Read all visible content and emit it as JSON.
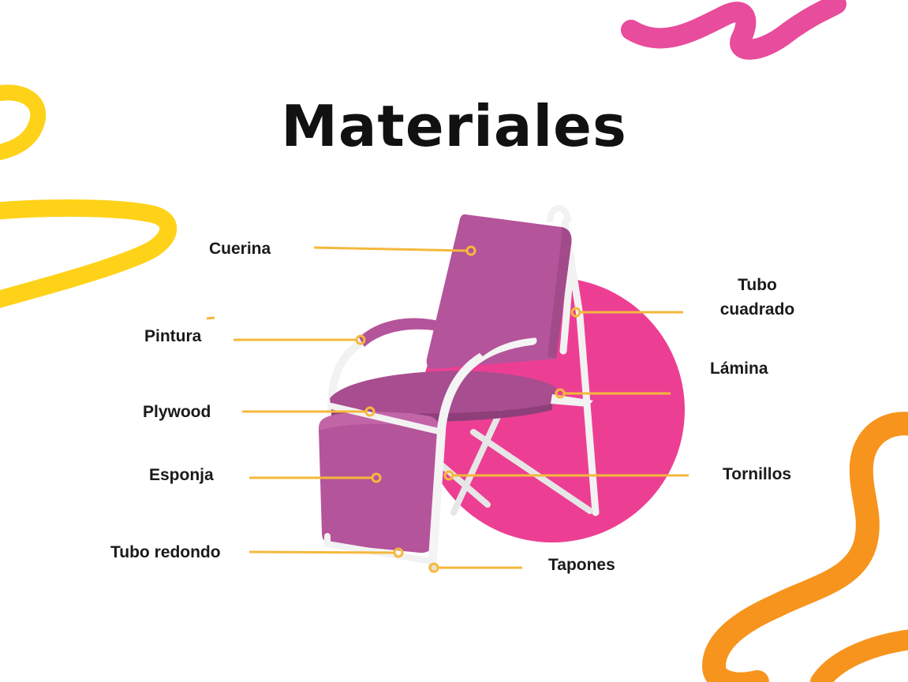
{
  "title": "Materiales",
  "labels": {
    "cuerina": "Cuerina",
    "pintura": "Pintura",
    "plywood": "Plywood",
    "esponja": "Esponja",
    "tubo_redondo": "Tubo redondo",
    "tubo_cuadrado_1": "Tubo",
    "tubo_cuadrado_2": "cuadrado",
    "lamina": "Lámina",
    "tornillos": "Tornillos",
    "tapones": "Tapones"
  },
  "colors": {
    "pink_decoration": "#e84c9c",
    "yellow_decoration": "#ffd21a",
    "orange_decoration": "#f7941d",
    "circle": "#ec3f94",
    "chair_upholstery": "#b4549a",
    "chair_frame": "#f2f2f2",
    "leader_lines": "#f5b83c",
    "text": "#111111"
  }
}
